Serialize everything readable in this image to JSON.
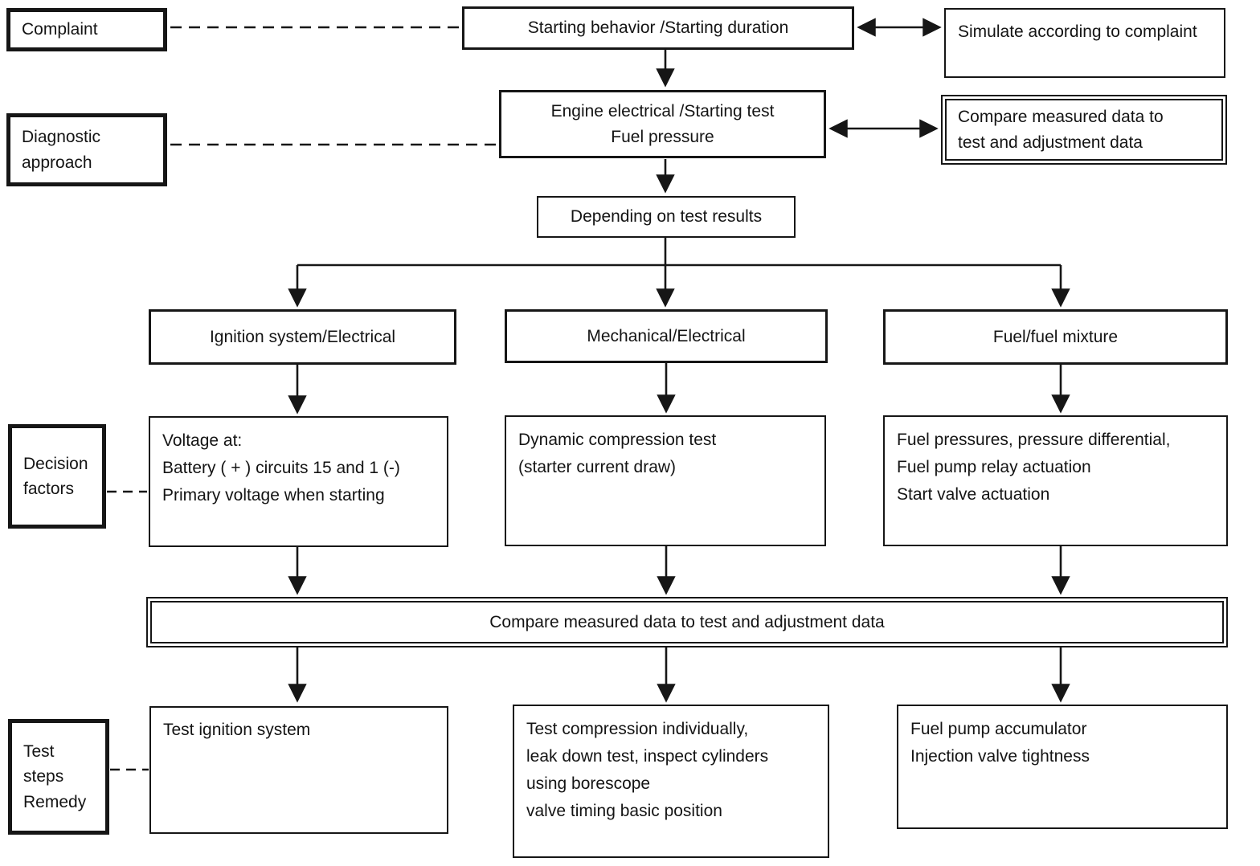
{
  "row_labels": {
    "complaint": "Complaint",
    "diagnostic_approach": "Diagnostic\napproach",
    "decision_factors": "Decision\nfactors",
    "test_steps_remedy": "Test steps\nRemedy"
  },
  "nodes": {
    "starting_behavior": "Starting behavior /Starting duration",
    "simulate": "Simulate according to complaint",
    "engine_test": "Engine electrical /Starting test\nFuel pressure",
    "compare_measured_top": "Compare measured data to\ntest and adjustment data",
    "depending_on_results": "Depending on test results",
    "branch_ignition": "Ignition system/Electrical",
    "branch_mechanical": "Mechanical/Electrical",
    "branch_fuel": "Fuel/fuel mixture",
    "factors_ignition": "Voltage at:\nBattery ( + ) circuits 15 and 1 (-)\nPrimary voltage when starting",
    "factors_mechanical": "Dynamic compression test\n(starter current draw)",
    "factors_fuel": "Fuel pressures, pressure differential,\nFuel pump relay actuation\nStart valve actuation",
    "compare_measured_bar": "Compare measured data to test and adjustment data",
    "remedy_ignition": "Test ignition system",
    "remedy_mechanical": "Test compression individually,\nleak down test, inspect cylinders\nusing borescope\nvalve timing basic position",
    "remedy_fuel": "Fuel pump accumulator\nInjection valve tightness"
  },
  "colors": {
    "ink": "#161616",
    "paper": "#ffffff"
  }
}
